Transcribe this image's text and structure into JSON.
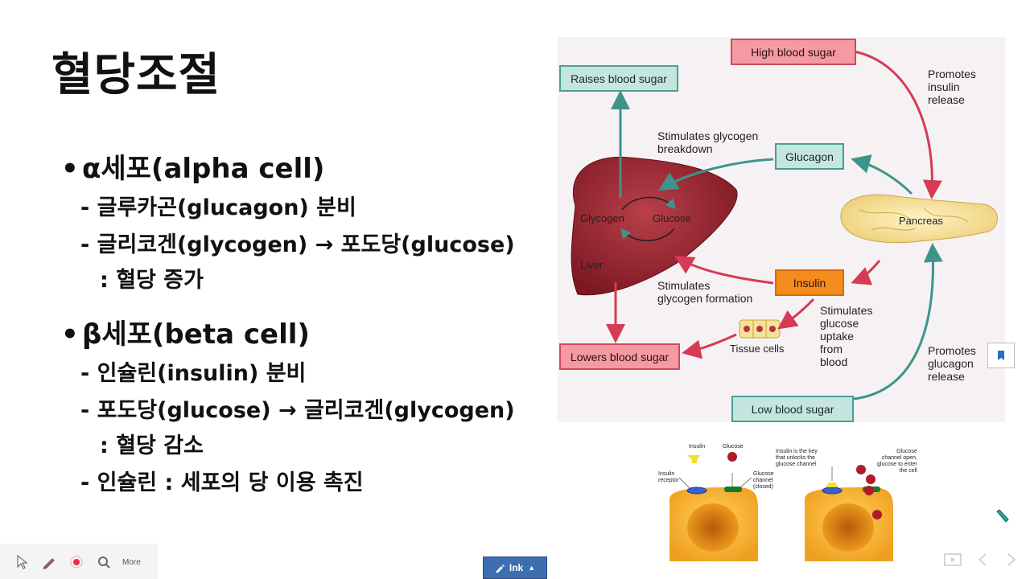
{
  "slide": {
    "title": "혈당조절",
    "bullets": [
      {
        "head": "α세포(alpha cell)",
        "items": [
          "- 글루카곤(glucagon) 분비",
          "- 글리코겐(glycogen) → 포도당(glucose)"
        ],
        "note": ": 혈당 증가"
      },
      {
        "head": "β세포(beta cell)",
        "items": [
          "- 인슐린(insulin) 분비",
          "- 포도당(glucose) → 글리코겐(glycogen)"
        ],
        "note": ": 혈당 감소",
        "extra": "- 인슐린 : 세포의 당 이용 촉진"
      }
    ]
  },
  "diagram": {
    "boxes": {
      "high": "High blood sugar",
      "raises": "Raises blood sugar",
      "glucagon": "Glucagon",
      "insulin": "Insulin",
      "lowers": "Lowers blood sugar",
      "low": "Low blood sugar"
    },
    "labels": {
      "promotes_insulin": "Promotes\ninsulin\nrelease",
      "stim_breakdown": "Stimulates glycogen\nbreakdown",
      "stim_formation": "Stimulates\nglycogen formation",
      "stim_uptake": "Stimulates\nglucose\nuptake\nfrom\nblood",
      "promotes_glucagon": "Promotes\nglucagon\nrelease",
      "tissue": "Tissue cells",
      "glycogen": "Glycogen",
      "glucose": "Glucose",
      "liver": "Liver",
      "pancreas": "Pancreas"
    }
  },
  "cells": {
    "insulin": "Insulin",
    "glucose": "Glucose",
    "receptor": "Insulin\nreceptor",
    "channel_closed": "Glucose\nchannel\n(closed)",
    "key": "Insulin is the key\nthat unlocks the\nglucose channel",
    "channel_open": "Glucose\nchannel open,\nglucose to enter\nthe cell"
  },
  "toolbar": {
    "more": "More",
    "ink": "Ink"
  },
  "colors": {
    "teal": "#4a9e94",
    "red": "#d0495a",
    "orange": "#f58a1f",
    "liver": "#8e1f2a",
    "ink_button": "#3d6fb0"
  }
}
